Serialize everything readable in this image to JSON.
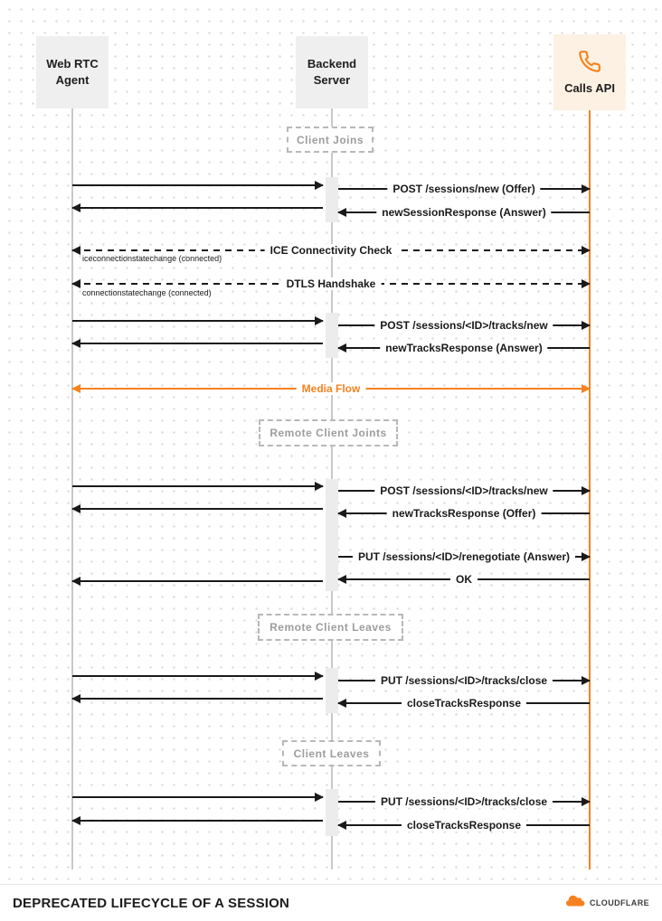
{
  "diagram": {
    "participants": [
      {
        "lines": [
          "Web RTC",
          "Agent"
        ]
      },
      {
        "lines": [
          "Backend",
          "Server"
        ]
      },
      {
        "label": "Calls API"
      }
    ],
    "groups": [
      "Client Joins",
      "Remote Client Joints",
      "Remote Client Leaves",
      "Client Leaves"
    ],
    "messages": [
      "POST /sessions/new (Offer)",
      "newSessionResponse (Answer)",
      "ICE Connectivity Check",
      "DTLS Handshake",
      "POST /sessions/<ID>/tracks/new",
      "newTracksResponse (Answer)",
      "Media Flow",
      "POST /sessions/<ID>/tracks/new",
      "newTracksResponse (Offer)",
      "PUT /sessions/<ID>/renegotiate (Answer)",
      "OK",
      "PUT /sessions/<ID>/tracks/close",
      "closeTracksResponse",
      "PUT /sessions/<ID>/tracks/close",
      "closeTracksResponse"
    ],
    "notes": [
      "iceconnectionstatechange (connected)",
      "connectionstatechange (connected)"
    ]
  },
  "footer": {
    "title": "DEPRECATED LIFECYCLE OF A SESSION",
    "brand": "CLOUDFLARE"
  },
  "colors": {
    "accent": "#f6821f",
    "arrow": "#1a1a1a"
  }
}
